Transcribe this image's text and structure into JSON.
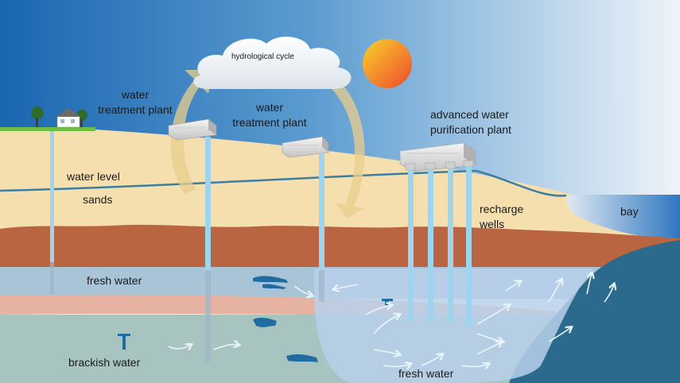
{
  "labels": {
    "hydrological_cycle": "hydrological cycle",
    "water_treatment_plant_left": [
      "water",
      "treatment plant"
    ],
    "water_treatment_plant_center": [
      "water",
      "treatment plant"
    ],
    "advanced_water_purification_plant": [
      "advanced water",
      "purification plant"
    ],
    "water_level": "water level",
    "sands": "sands",
    "recharge_wells": [
      "recharge",
      "wells"
    ],
    "bay": "bay",
    "fresh_water_upper": "fresh water",
    "brackish_water": "brackish water",
    "fresh_water_lower": "fresh water"
  },
  "colors": {
    "sky_dark": "#1f6fb7",
    "sky_light": "#e6f0f8",
    "sand": "#f6dfae",
    "clay": "#b96542",
    "fresh_water_zone": "#a9c4d6",
    "pink_layer": "#e6b3a2",
    "brackish_zone": "#a7c4c0",
    "sea_water": "#2b6a8c",
    "bay_water": "#3c86c9",
    "pipe": "#9fd4ee",
    "sun_outer": "#f2542d",
    "sun_inner": "#f9c52a",
    "cycle_arrow": "#e9cd8c",
    "water_level_line": "#3a7ea1",
    "grass": "#6fbe44"
  }
}
